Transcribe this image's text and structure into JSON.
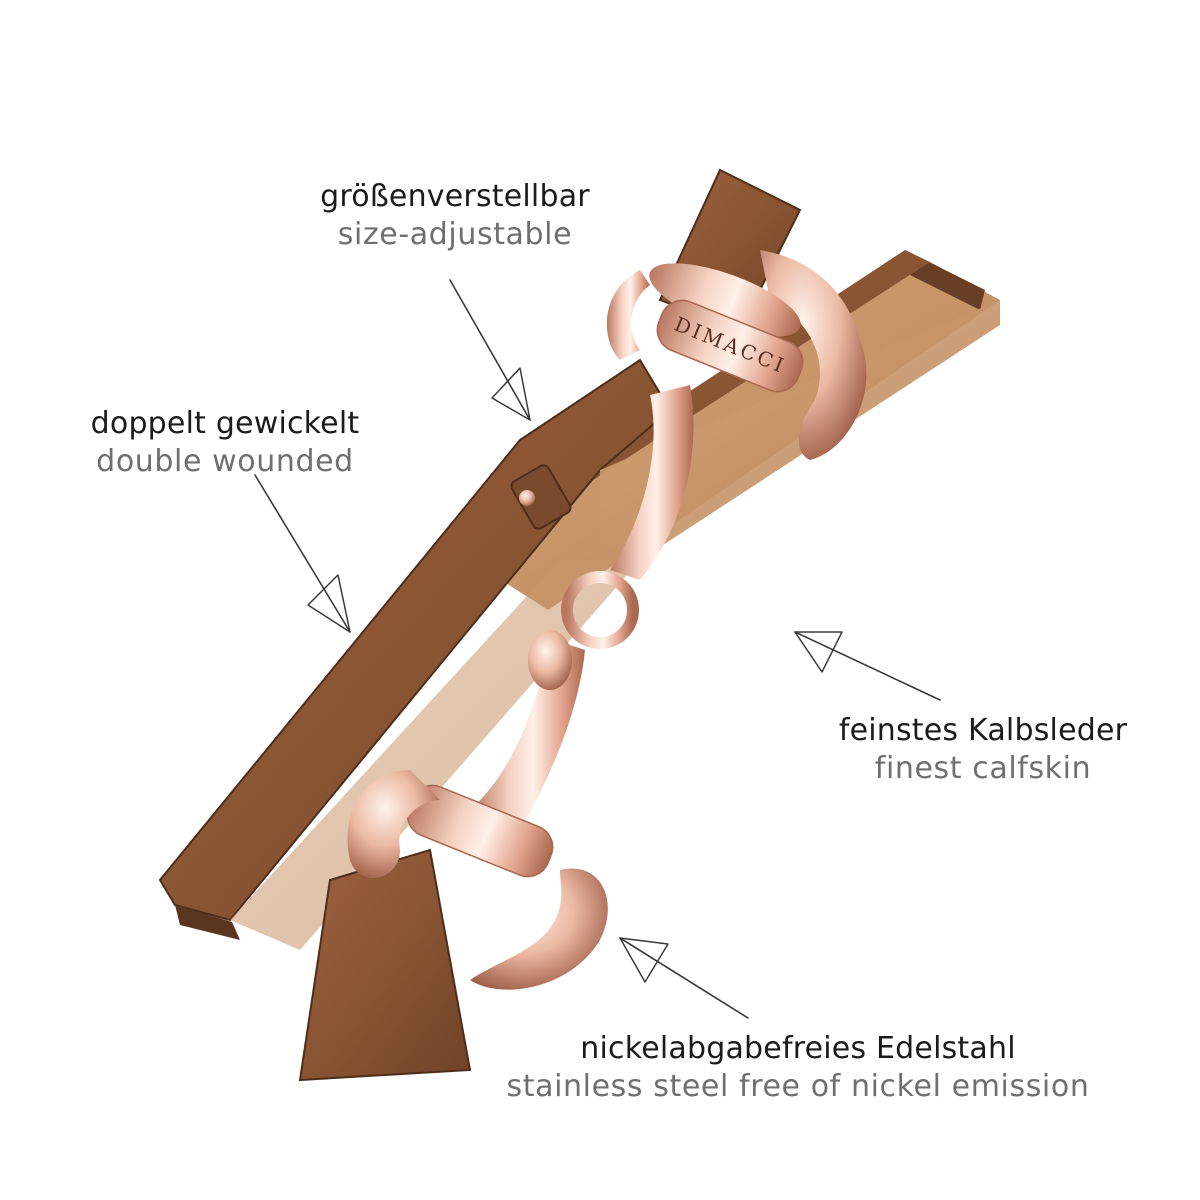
{
  "product": {
    "brand_engraving": "DIMACCI",
    "strap_color": "#8a5533",
    "strap_edge_color": "#5a3520",
    "strap_inner_color": "#c8956a",
    "hardware_color": "#e9b8a3",
    "hardware_highlight": "#fbe6dc",
    "hardware_shadow": "#a9684f"
  },
  "callouts": [
    {
      "id": "size",
      "de": "größenverstellbar",
      "en": "size-adjustable"
    },
    {
      "id": "double",
      "de": "doppelt gewickelt",
      "en": "double wounded"
    },
    {
      "id": "leather",
      "de": "feinstes Kalbsleder",
      "en": "finest calfskin"
    },
    {
      "id": "steel",
      "de": "nickelabgabefreies Edelstahl",
      "en": "stainless steel free of nickel emission"
    }
  ]
}
